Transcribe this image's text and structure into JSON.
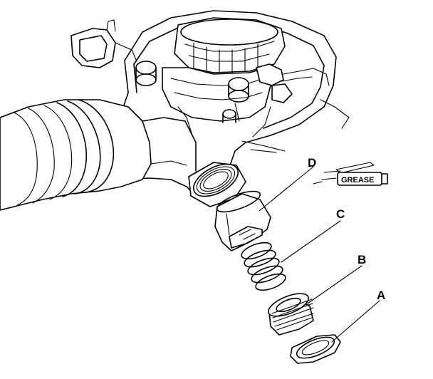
{
  "labels": {
    "a": "A",
    "b": "B",
    "c": "C",
    "d": "D",
    "grease": "GREASE"
  },
  "colors": {
    "ink": "#000000",
    "paper": "#ffffff"
  }
}
